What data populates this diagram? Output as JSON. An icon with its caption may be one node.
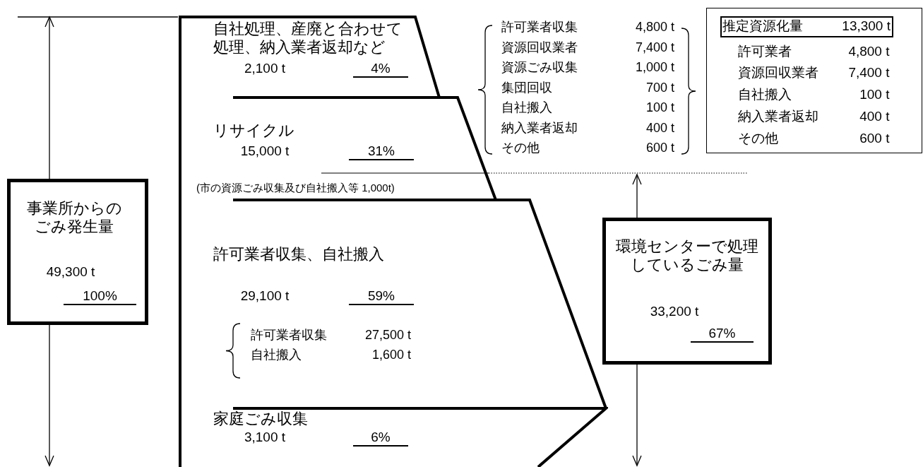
{
  "diagram": {
    "nodes": [
      {
        "text": [
          "自社処理、産廃と合わせて処理、納入業者返却など",
          "2,100 t",
          "4%"
        ]
      },
      {
        "text": [
          "リサイクル",
          "15,000 t",
          "31%",
          "(市の資源ごみ収集及び自社搬入等 1,000t)"
        ]
      },
      {
        "text": [
          "許可業者収集、自社搬入",
          "29,100 t",
          "59%",
          "許可業者収集",
          "27,500 t",
          "自社搬入",
          "1,600 t"
        ]
      },
      {
        "text": [
          "家庭ごみ収集",
          "3,100 t",
          "6%"
        ]
      },
      {
        "text": [
          "許可業者",
          "4,800 t",
          "資源回収業者",
          "7,400 t",
          "自社搬入",
          "100 t",
          "納入業者返却",
          "400 t",
          "その他",
          "600 t"
        ]
      },
      {
        "text": [
          "推定資源化量",
          "13,300 t"
        ],
        "in": 4
      },
      {
        "text": [
          "事業所からのごみ発生量",
          "49,300 t",
          "100%"
        ]
      },
      {
        "text": [
          "環境センターで処理しているごみ量",
          "33,200 t",
          "67%"
        ]
      }
    ],
    "labels": [
      "許可業者収集",
      "4,800 t",
      "資源回収業者",
      "7,400 t",
      "資源ごみ収集",
      "1,000 t",
      "集団回収",
      "700 t",
      "自社搬入",
      "100 t",
      "納入業者返却",
      "400 t",
      "その他",
      "600 t"
    ]
  }
}
